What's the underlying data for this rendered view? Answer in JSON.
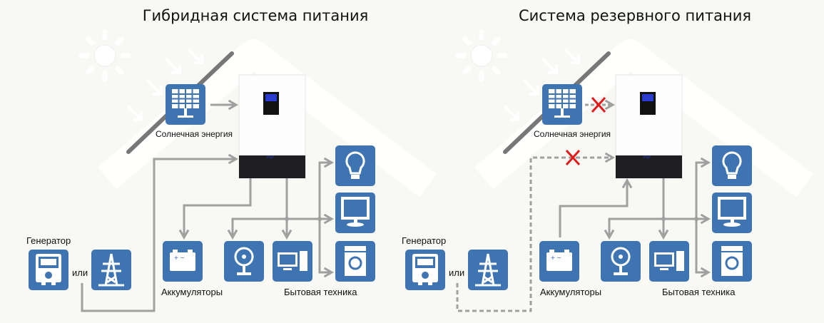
{
  "colors": {
    "icon_bg": "#3f74b2",
    "line": "#a0a0a0",
    "cross": "#e01b1b",
    "inverter_bottom": "#1e1e22",
    "screen": "#2a3bd0"
  },
  "panels": [
    {
      "title": "Гибридная система питания",
      "solar_label": "Солнечная энергия",
      "generator_label": "Генератор",
      "or_label": "или",
      "battery_label": "Аккумуляторы",
      "appliances_label": "Бытовая техника",
      "solar_connected": true,
      "grid_connected": true,
      "battery_flow": "charging"
    },
    {
      "title": "Система резервного питания",
      "solar_label": "Солнечная энергия",
      "generator_label": "Генератор",
      "or_label": "или",
      "battery_label": "Аккумуляторы",
      "appliances_label": "Бытовая техника",
      "solar_connected": false,
      "grid_connected": false,
      "battery_flow": "discharging"
    }
  ],
  "icons": [
    "sun-icon",
    "solar-panel-icon",
    "inverter",
    "generator-icon",
    "power-tower-icon",
    "battery-icon",
    "fan-icon",
    "computer-icon",
    "light-bulb-icon",
    "monitor-icon",
    "washing-machine-icon"
  ]
}
